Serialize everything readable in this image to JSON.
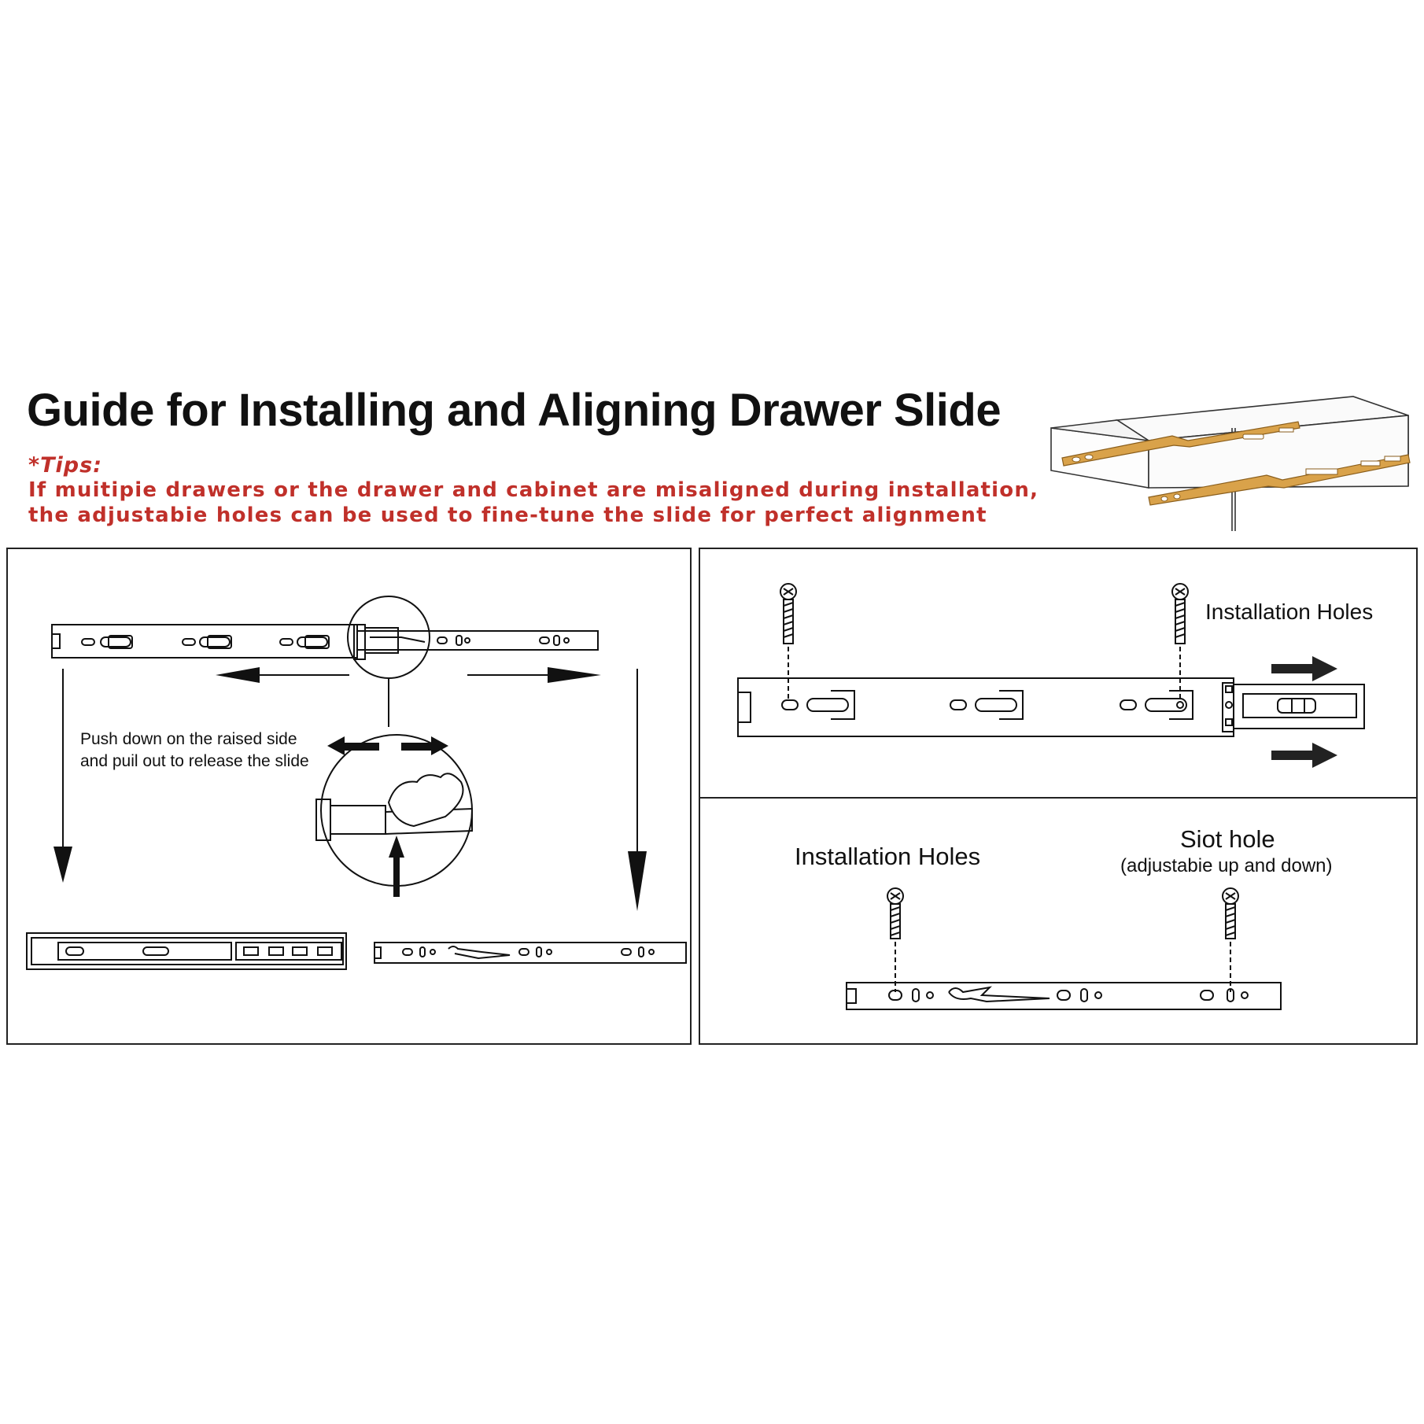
{
  "header": {
    "title": "Guide for Installing and Aligning Drawer Slide",
    "tips_label": "*Tips:",
    "tips_line_1": "If muitipie drawers or the drawer and cabinet are misaligned during installation,",
    "tips_line_2": "the adjustabie holes can be used to fine-tune the slide for perfect alignment"
  },
  "panel_release": {
    "instruction_line_1": "Push down on the raised side",
    "instruction_line_2": "and puil out to release the slide"
  },
  "panel_install": {
    "installation_holes_label": "Installation Holes"
  },
  "panel_slot": {
    "installation_holes_label": "Installation Holes",
    "slot_hole_label": "Siot hole",
    "slot_hole_note": "(adjustabie up and down)"
  },
  "colors": {
    "tips_red": "#c0302a",
    "slide_gold": "#d9a24a",
    "line_black": "#111111"
  }
}
